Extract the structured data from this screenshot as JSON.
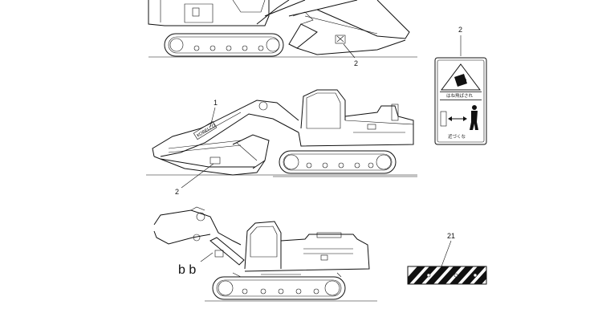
{
  "callouts": {
    "top_excavator_decal": "2",
    "mid_boom_decal": "1",
    "mid_arm_decal": "2",
    "warning_sign": "2",
    "stripe_plate": "21",
    "view_marker": "b b"
  },
  "warning_label": {
    "top_text": "はね飛ばされ",
    "bottom_text": "近づくな"
  },
  "boom_decal_text": "KOBELCO"
}
